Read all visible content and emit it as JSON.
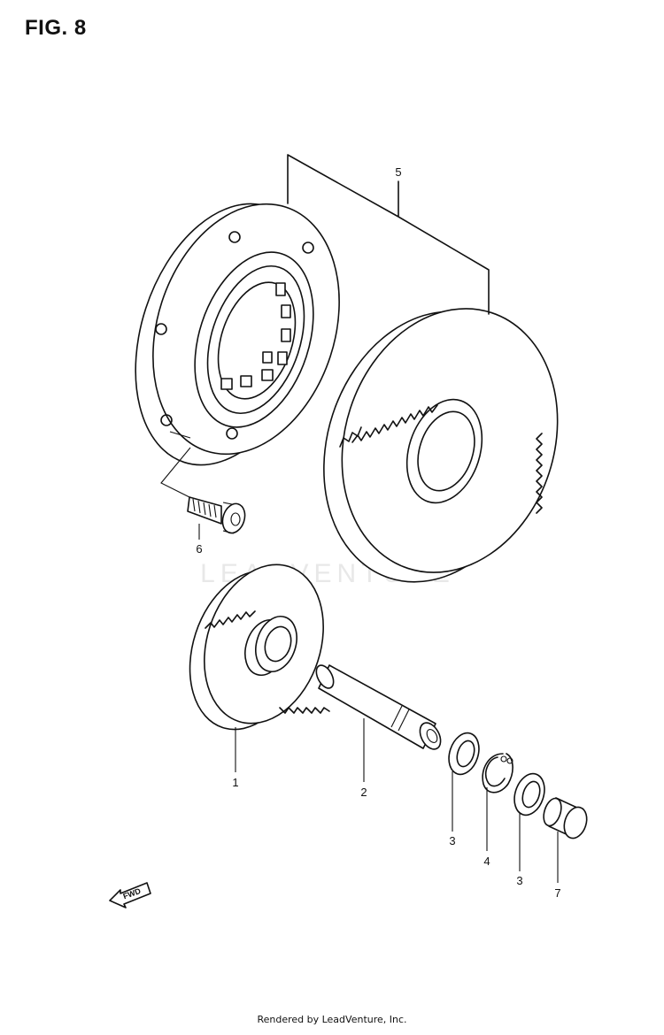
{
  "figure": {
    "title": "FIG. 8",
    "footer": "Rendered by LeadVenture, Inc.",
    "watermark": "LEADVENTURE",
    "fwd_label": "FWD"
  },
  "callouts": [
    {
      "id": "c1",
      "number": "1"
    },
    {
      "id": "c2",
      "number": "2"
    },
    {
      "id": "c3a",
      "number": "3"
    },
    {
      "id": "c4",
      "number": "4"
    },
    {
      "id": "c3b",
      "number": "3"
    },
    {
      "id": "c5",
      "number": "5"
    },
    {
      "id": "c6",
      "number": "6"
    },
    {
      "id": "c7",
      "number": "7"
    }
  ]
}
